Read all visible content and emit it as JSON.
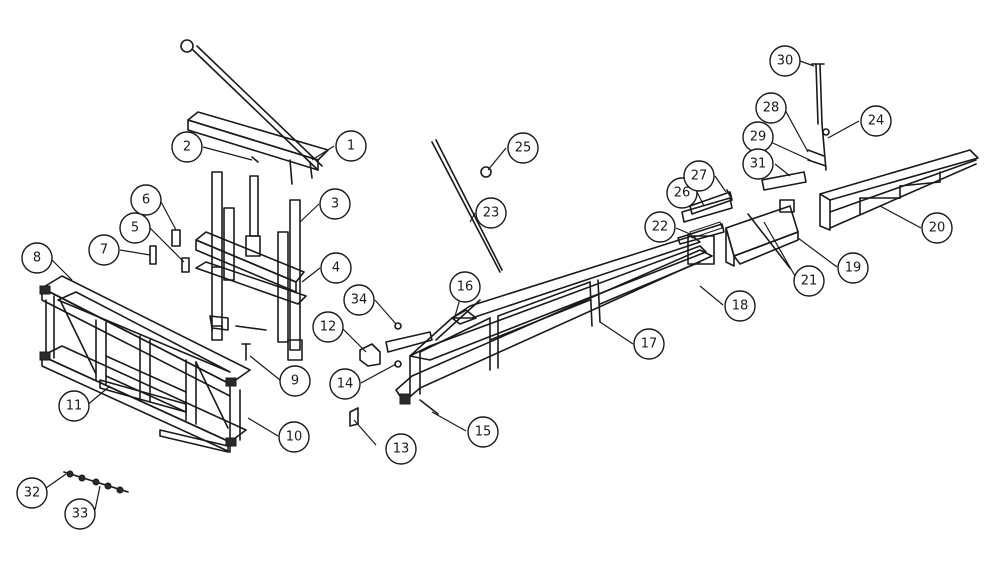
{
  "callouts": [
    "1",
    "2",
    "3",
    "4",
    "5",
    "6",
    "7",
    "8",
    "9",
    "10",
    "11",
    "12",
    "13",
    "14",
    "15",
    "16",
    "17",
    "18",
    "19",
    "20",
    "21",
    "22",
    "23",
    "24",
    "25",
    "26",
    "27",
    "28",
    "29",
    "30",
    "31",
    "32",
    "33",
    "34"
  ],
  "style": {
    "line_color": "#1a1a1a",
    "background": "#ffffff"
  }
}
